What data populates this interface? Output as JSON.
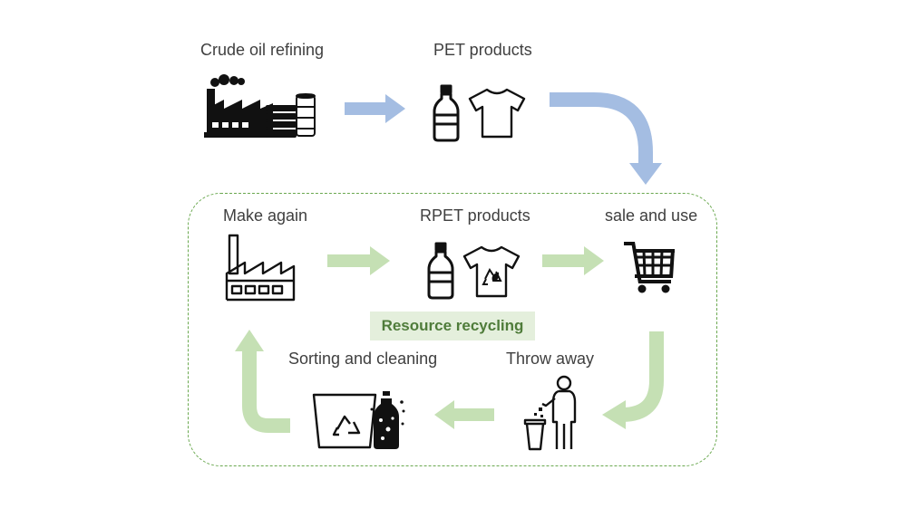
{
  "stages": {
    "crude_oil_refining": "Crude oil refining",
    "pet_products": "PET products",
    "sale_and_use": "sale and use",
    "rpet_products": "RPET products",
    "make_again": "Make again",
    "throw_away": "Throw away",
    "sorting_and_cleaning": "Sorting and cleaning"
  },
  "cycle_label": "Resource recycling",
  "colors": {
    "linear_arrow": "#a4bde2",
    "cycle_arrow": "#c5e0b4",
    "cycle_border": "#6aa84f",
    "cycle_label_bg": "#e4efdc",
    "cycle_label_text": "#4f7c3a",
    "icon": "#111111",
    "text": "#3f3f3f"
  },
  "icons": [
    "refinery-icon",
    "bottle-icon",
    "tshirt-icon",
    "shopping-cart-icon",
    "factory-icon",
    "recycle-tshirt-icon",
    "trash-disposal-icon",
    "recycle-bin-icon"
  ]
}
